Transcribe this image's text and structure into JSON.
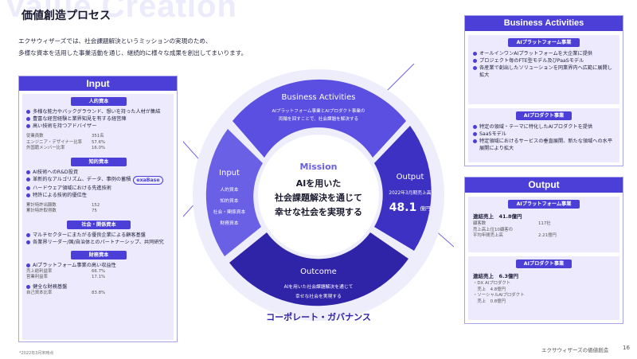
{
  "background_word": "Value Creation",
  "title": "価値創造プロセス",
  "intro": [
    "エクサウィザーズでは、社会課題解決というミッションの実現のため、",
    "多様な資本を活用した事業活動を通じ、継続的に様々な成果を創出してまいります。"
  ],
  "input": {
    "header": "Input",
    "human": {
      "label": "人的資本",
      "bullets": [
        "多様な能力やバックグラウンド、想いを持った人材が集結",
        "豊富な経営経験と業界知見を有する経営陣",
        "高い技術を持つアドバイザー"
      ],
      "stats": [
        [
          "従業員数",
          "351名"
        ],
        [
          "エンジニア・デザイナー比率",
          "57.6%"
        ],
        [
          "外国籍メンバー比率",
          "16.0%"
        ]
      ]
    },
    "intellectual": {
      "label": "知的資本",
      "bullets": [
        "AI技術へのR&D投資",
        "革新的なアルゴリズム、データ、事例の蓄積",
        "ハードウェア領域における先進技術",
        "特許による技術的優位性"
      ],
      "badge": "exaBase",
      "stats": [
        [
          "累計特許出願数",
          "152"
        ],
        [
          "累計特許取得数",
          "75"
        ]
      ]
    },
    "social": {
      "label": "社会・関係資本",
      "bullets": [
        "マルチセクターにまたがる優良企業による顧客基盤",
        "各業界リーダー/国/自治体とのパートナーシップ、共同研究"
      ]
    },
    "financial": {
      "label": "財務資本",
      "bullets": [
        "AIプラットフォーム事業の高い収益性"
      ],
      "stats": [
        [
          "売上総利益率",
          "66.7%"
        ],
        [
          "営業利益率",
          "17.1%"
        ]
      ],
      "bullets2": [
        "健全な財務基盤"
      ],
      "stats2": [
        [
          "自己資本比率",
          "83.8%"
        ]
      ]
    }
  },
  "cycle": {
    "input_label": "Input",
    "input_items": [
      "人的資本",
      "知的資本",
      "社会・関係資本",
      "財務資本"
    ],
    "ba_label": "Business Activities",
    "ba_desc": [
      "AIプラットフォーム事業とAIプロダクト事業の",
      "両輪を回すことで、社会課題を解決する"
    ],
    "output_label": "Output",
    "output_sub": "2022年3月期売上高",
    "output_value": "48.1",
    "output_unit": "億円",
    "outcome_label": "Outcome",
    "outcome_desc": [
      "AIを用いた社会課題解決を通じて",
      "幸せな社会を実現する"
    ],
    "mission_label": "Mission",
    "mission_text": [
      "AIを用いた",
      "社会課題解決を通じて",
      "幸せな社会を実現する"
    ],
    "governance": "コーポレート・ガバナンス"
  },
  "business": {
    "header": "Business Activities",
    "platform_label": "AIプラットフォーム事業",
    "platform_bullets": [
      "オールインワンAIプラットフォームを大企業に提供",
      "プロジェクト毎のFTE型モデル及びPaaSモデル",
      "各産業で創出したソリューションを同業界内へ広範に展開し拡大"
    ],
    "product_label": "AIプロダクト事業",
    "product_bullets": [
      "特定の領域・テーマに特化したAIプロダクトを提供",
      "SaaSモデル",
      "特定領域におけるサービスの垂直展開、新たな領域への水平展開により拡大"
    ]
  },
  "output": {
    "header": "Output",
    "platform_label": "AIプラットフォーム事業",
    "platform_sales": "連結売上　41.8億円",
    "platform_stats": [
      [
        "顧客数",
        "117社"
      ],
      [
        "売上高上位10顧客の",
        ""
      ],
      [
        "平均年間売上高",
        "2.21億円"
      ]
    ],
    "product_label": "AIプロダクト事業",
    "product_sales": "連結売上　6.3億円",
    "product_items": [
      "・DX AIプロダクト",
      "　売上　4.8億円",
      "・ソーシャルAIプロダクト",
      "　売上　0.8億円"
    ]
  },
  "footer": {
    "note": "*2022年3月末時点",
    "company": "エクサウィザーズの価値創造",
    "page": "16"
  },
  "colors": {
    "primary": "#4b3fd8",
    "dark": "#2f23a8",
    "light": "#eceafc"
  }
}
